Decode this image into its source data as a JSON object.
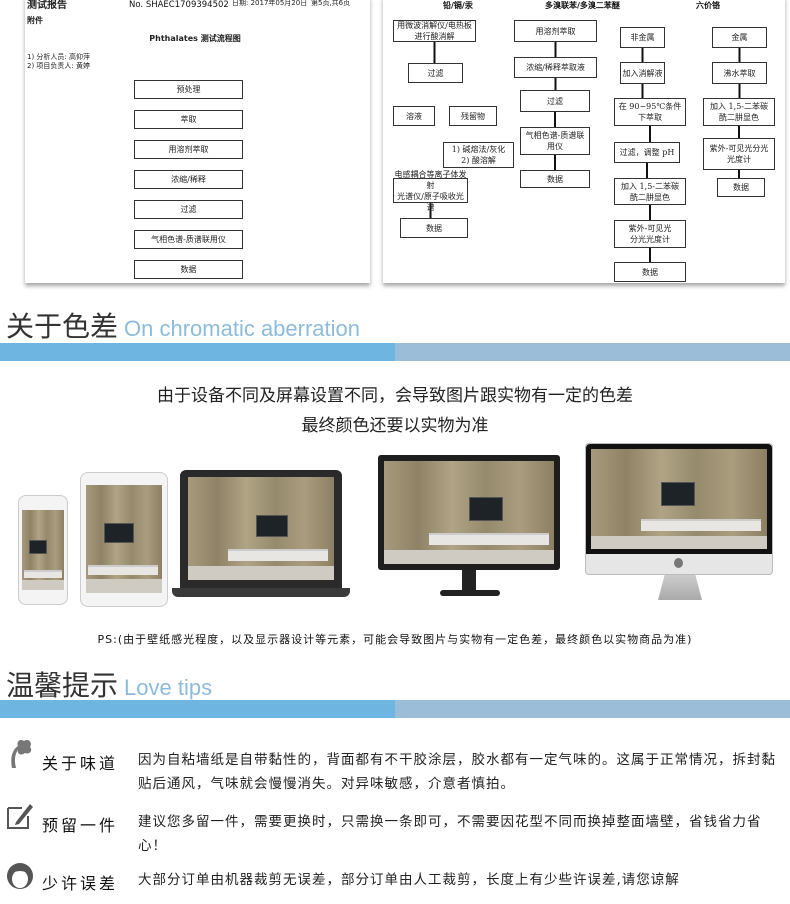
{
  "doc_left": {
    "report_title": "测试报告",
    "report_no": "No. SHAEC1709394502",
    "date": "日期: 2017年05月20日",
    "page": "第5页,共6页",
    "attachment": "附件",
    "chart_title": "Phthalates 测试流程图",
    "analyst": "1) 分析人员: 高仰萍",
    "manager": "2) 项目负责人: 黄婷",
    "steps": [
      "预处理",
      "萃取",
      "用溶剂萃取",
      "浓缩/稀释",
      "过滤",
      "气相色谱-质谱联用仪",
      "数据"
    ]
  },
  "doc_right": {
    "headers": [
      "铅/镉/汞",
      "多溴联苯/多溴二苯醚",
      "六价铬"
    ],
    "boxes": [
      "用微波消解仪/电热板\n进行酸消解",
      "过滤",
      "溶液",
      "残留物",
      "1) 碱熔法/灰化\n2) 酸溶解",
      "电感耦合等离子体发射\n光谱仪/原子吸收光谱",
      "数据",
      "用溶剂萃取",
      "浓缩/稀释萃取液",
      "过滤",
      "气相色谱-质谱联\n用仪",
      "数据",
      "非金属",
      "加入消解液",
      "在 90~95℃条件\n下萃取",
      "过滤，调整 pH",
      "加入 1,5-二苯碳\n酰二肼显色",
      "紫外-可见光\n分光光度计",
      "数据",
      "金属",
      "沸水萃取",
      "加入 1,5-二苯碳\n酰二肼显色",
      "紫外-可见光分光\n光度计",
      "数据"
    ]
  },
  "chromatic": {
    "title_cn": "关于色差",
    "title_en": "On chromatic aberration",
    "line1": "由于设备不同及屏幕设置不同，会导致图片跟实物有一定的色差",
    "line2": "最终颜色还要以实物为准",
    "ps": "PS:(由于壁纸感光程度，以及显示器设计等元素，可能会导致图片与实物有一定色差，最终颜色以实物商品为准)"
  },
  "tips": {
    "title_cn": "温馨提示",
    "title_en": "Love tips",
    "items": [
      {
        "icon": "smell-icon",
        "label": "关于味道",
        "text": "因为自粘墙纸是自带黏性的，背面都有不干胶涂层，胶水都有一定气味的。这属于正常情况，拆封黏贴后通风，气味就会慢慢消失。对异味敏感，介意者慎拍。"
      },
      {
        "icon": "edit-icon",
        "label": "预留一件",
        "text": "建议您多留一件，需要更换时，只需换一条即可，不需要因花型不同而换掉整面墙壁，省钱省力省心！"
      },
      {
        "icon": "customer-service-icon",
        "label": "少许误差",
        "text": "大部分订单由机器裁剪无误差，部分订单由人工裁剪，长度上有少些许误差,请您谅解"
      }
    ]
  },
  "colors": {
    "bar_left": "#6fb5e1",
    "bar_right": "#9bbdd8",
    "title_en": "#8dbbdc"
  }
}
